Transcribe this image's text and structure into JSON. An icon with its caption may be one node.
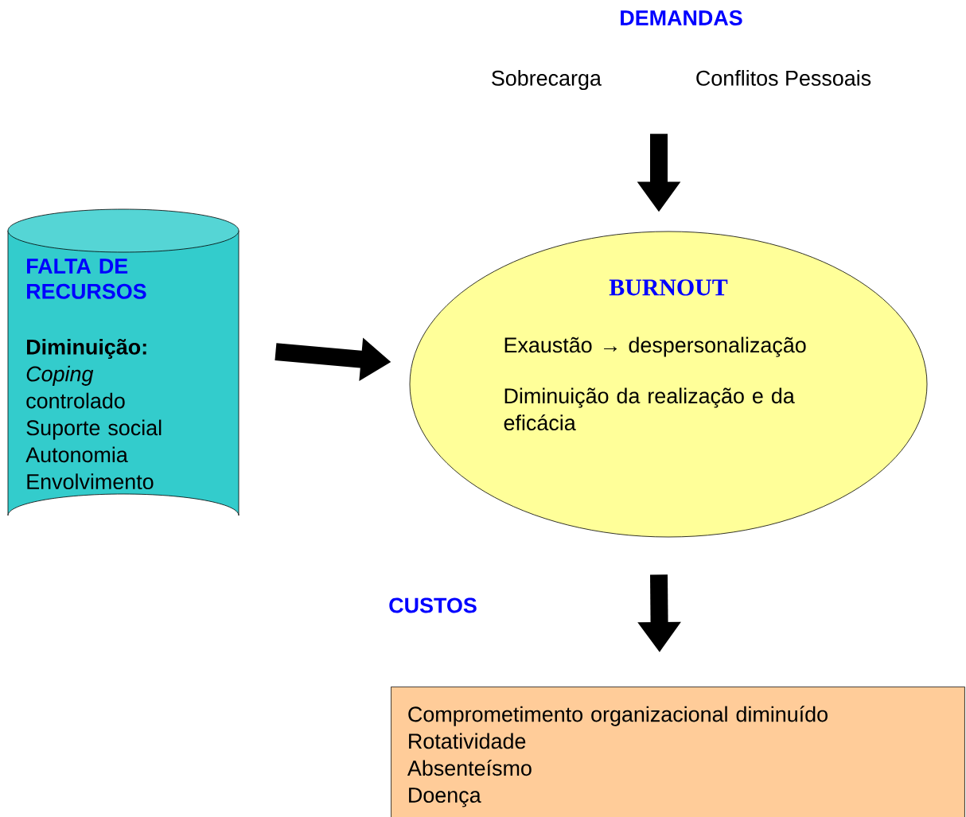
{
  "diagram": {
    "nodes": [
      {
        "text": [
          "DEMANDAS",
          "Sobrecarga",
          "Conflitos Pessoais"
        ]
      },
      {
        "text": [
          "FALTA DE RECURSOS",
          "Diminuição:",
          "*Coping* controlado",
          "Suporte social",
          "Autonomia",
          "Envolvimento"
        ]
      },
      {
        "text": [
          "BURNOUT",
          "Exaustão → despersonalização",
          "Diminuição da realização e da eficácia"
        ]
      },
      {
        "text": [
          "Comprometimento organizacional diminuído",
          "Rotatividade",
          "Absenteísmo",
          "Doença"
        ]
      }
    ],
    "edges": [
      {
        "from": 0,
        "to": 2,
        "arrow": "to"
      },
      {
        "from": 1,
        "to": 2,
        "arrow": "to"
      },
      {
        "from": 2,
        "to": 3,
        "arrow": "to"
      }
    ],
    "labels": [
      "CUSTOS"
    ]
  }
}
